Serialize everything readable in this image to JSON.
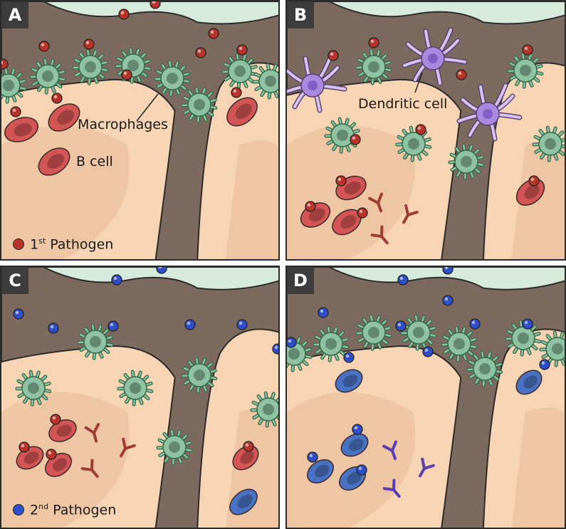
{
  "panels": [
    {
      "id": "A",
      "label": "A"
    },
    {
      "id": "B",
      "label": "B"
    },
    {
      "id": "C",
      "label": "C"
    },
    {
      "id": "D",
      "label": "D"
    }
  ],
  "labels": {
    "macrophages": "Macrophages",
    "b_cell": "B cell",
    "dendritic_cell": "Dendritic cell"
  },
  "legend": {
    "first_pathogen": {
      "ordinal": "1",
      "suffix": "st",
      "text": "Pathogen"
    },
    "second_pathogen": {
      "ordinal": "2",
      "suffix": "nd",
      "text": "Pathogen"
    }
  },
  "colors": {
    "tissue": "#f7d5b4",
    "tissue_shadow": "#e9bd97",
    "sinus": "#7d6a5f",
    "vessel": "#d6ebdc",
    "macrophage": "#8fc2a3",
    "b_cell_red": "#d45555",
    "b_cell_blue": "#4a72c2",
    "pathogen_1": "#b8342b",
    "pathogen_2": "#2e4fc9",
    "dendritic": "#a989e0",
    "antibody_red": "#a13b36",
    "antibody_blue": "#5a3fb0"
  }
}
